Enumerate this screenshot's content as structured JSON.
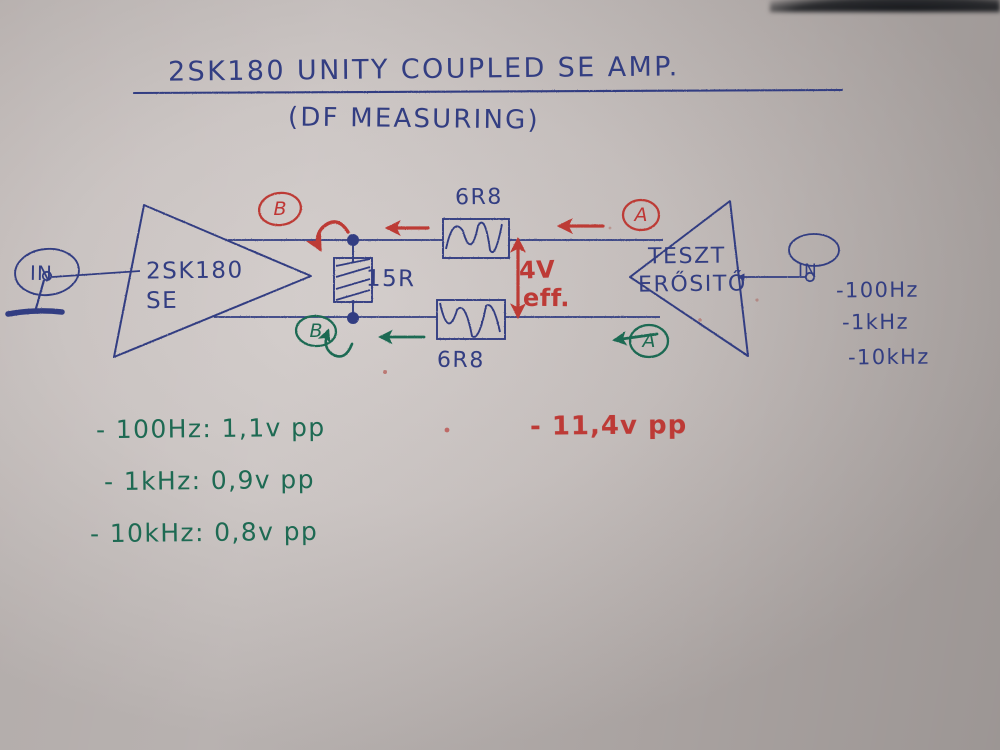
{
  "document": {
    "medium": "handwritten-schematic-photo",
    "title_line_1": "2SK180 UNITY COUPLED SE AMP.",
    "title_line_2": "(DF MEASURING)"
  },
  "ink_colors": {
    "blue": "#333e82",
    "red": "#bd3a36",
    "green": "#1e6a53",
    "paper": "#c6bfbd"
  },
  "schematic": {
    "left_amplifier": {
      "label_line_1": "2SK180",
      "label_line_2": "SE",
      "input_terminal": "IN",
      "has_ground_symbol": true
    },
    "right_amplifier": {
      "label_line_1": "TESZT",
      "label_line_2": "ERŐSITŐ",
      "input_terminal": "IN"
    },
    "components": {
      "series_resistor_top": "6R8",
      "series_resistor_bottom": "6R8",
      "shunt_potentiometer": "15R"
    },
    "probe_points": {
      "b_red": "B",
      "b_green": "B",
      "a_red": "A",
      "a_green": "A"
    },
    "voltage_annotation": {
      "value": "4V",
      "unit_note": "eff."
    }
  },
  "right_frequency_list": [
    "-100Hz",
    "-1kHz",
    "-10kHz"
  ],
  "measurements_green": [
    "- 100Hz: 1,1v pp",
    "- 1kHz: 0,9v pp",
    "- 10kHz: 0,8v pp"
  ],
  "measurement_red": "- 11,4v pp"
}
